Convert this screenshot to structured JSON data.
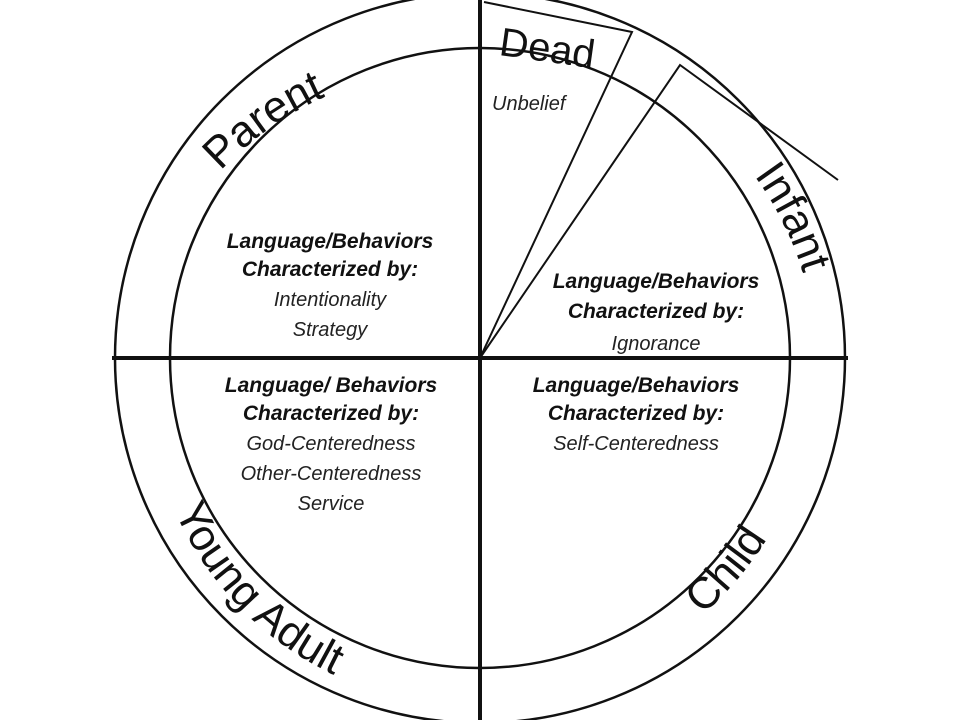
{
  "colors": {
    "stroke": "#111111",
    "text": "#111111",
    "background": "#ffffff"
  },
  "stages": {
    "parent": {
      "label": "Parent",
      "heading_1": "Language/Behaviors",
      "heading_2": "Characterized by:",
      "items": [
        "Intentionality",
        "Strategy"
      ]
    },
    "dead": {
      "label": "Dead",
      "items": [
        "Unbelief"
      ]
    },
    "infant": {
      "label": "Infant",
      "heading_1": "Language/Behaviors",
      "heading_2": "Characterized by:",
      "items": [
        "Ignorance"
      ]
    },
    "young_adult": {
      "label": "Young Adult",
      "heading_1": "Language/ Behaviors",
      "heading_2": "Characterized by:",
      "items": [
        "God-Centeredness",
        "Other-Centeredness",
        "Service"
      ]
    },
    "child": {
      "label": "Child",
      "heading_1": "Language/Behaviors",
      "heading_2": "Characterized by:",
      "items": [
        "Self-Centeredness"
      ]
    }
  }
}
